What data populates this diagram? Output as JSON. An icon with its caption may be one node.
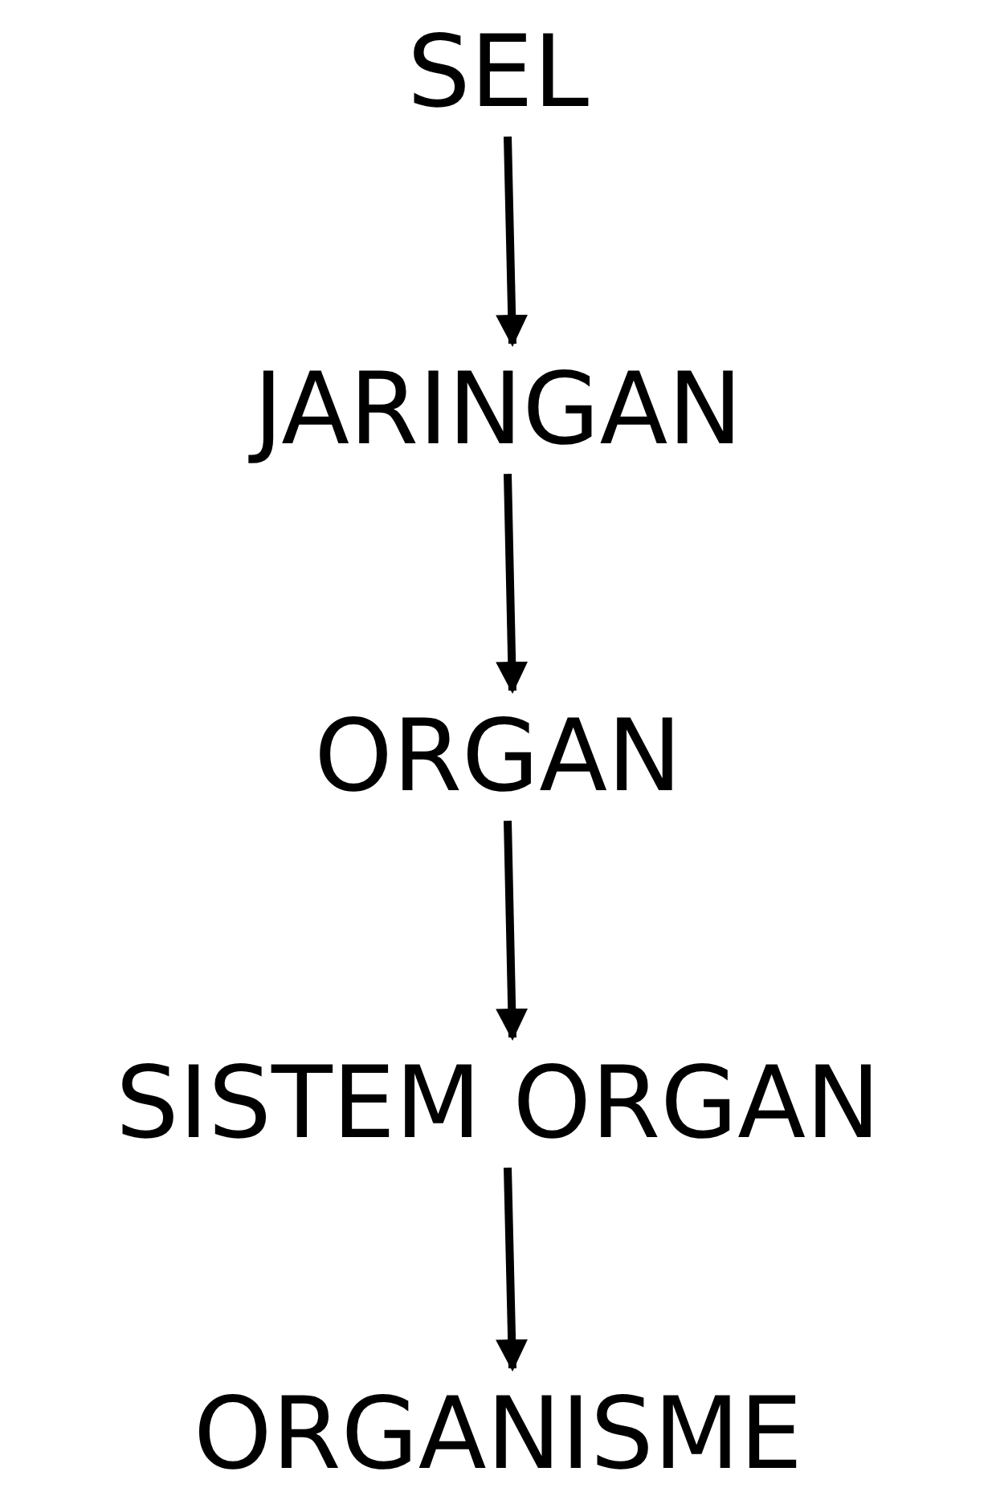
{
  "diagram": {
    "nodes": [
      {
        "text": [
          "SEL"
        ]
      },
      {
        "text": [
          "JARINGAN"
        ]
      },
      {
        "text": [
          "ORGAN"
        ]
      },
      {
        "text": [
          "SISTEM ORGAN"
        ]
      },
      {
        "text": [
          "ORGANISME"
        ]
      }
    ],
    "edges": [
      {
        "from": 0,
        "to": 1,
        "arrow": "to"
      },
      {
        "from": 1,
        "to": 2,
        "arrow": "to"
      },
      {
        "from": 2,
        "to": 3,
        "arrow": "to"
      },
      {
        "from": 3,
        "to": 4,
        "arrow": "to"
      }
    ]
  }
}
